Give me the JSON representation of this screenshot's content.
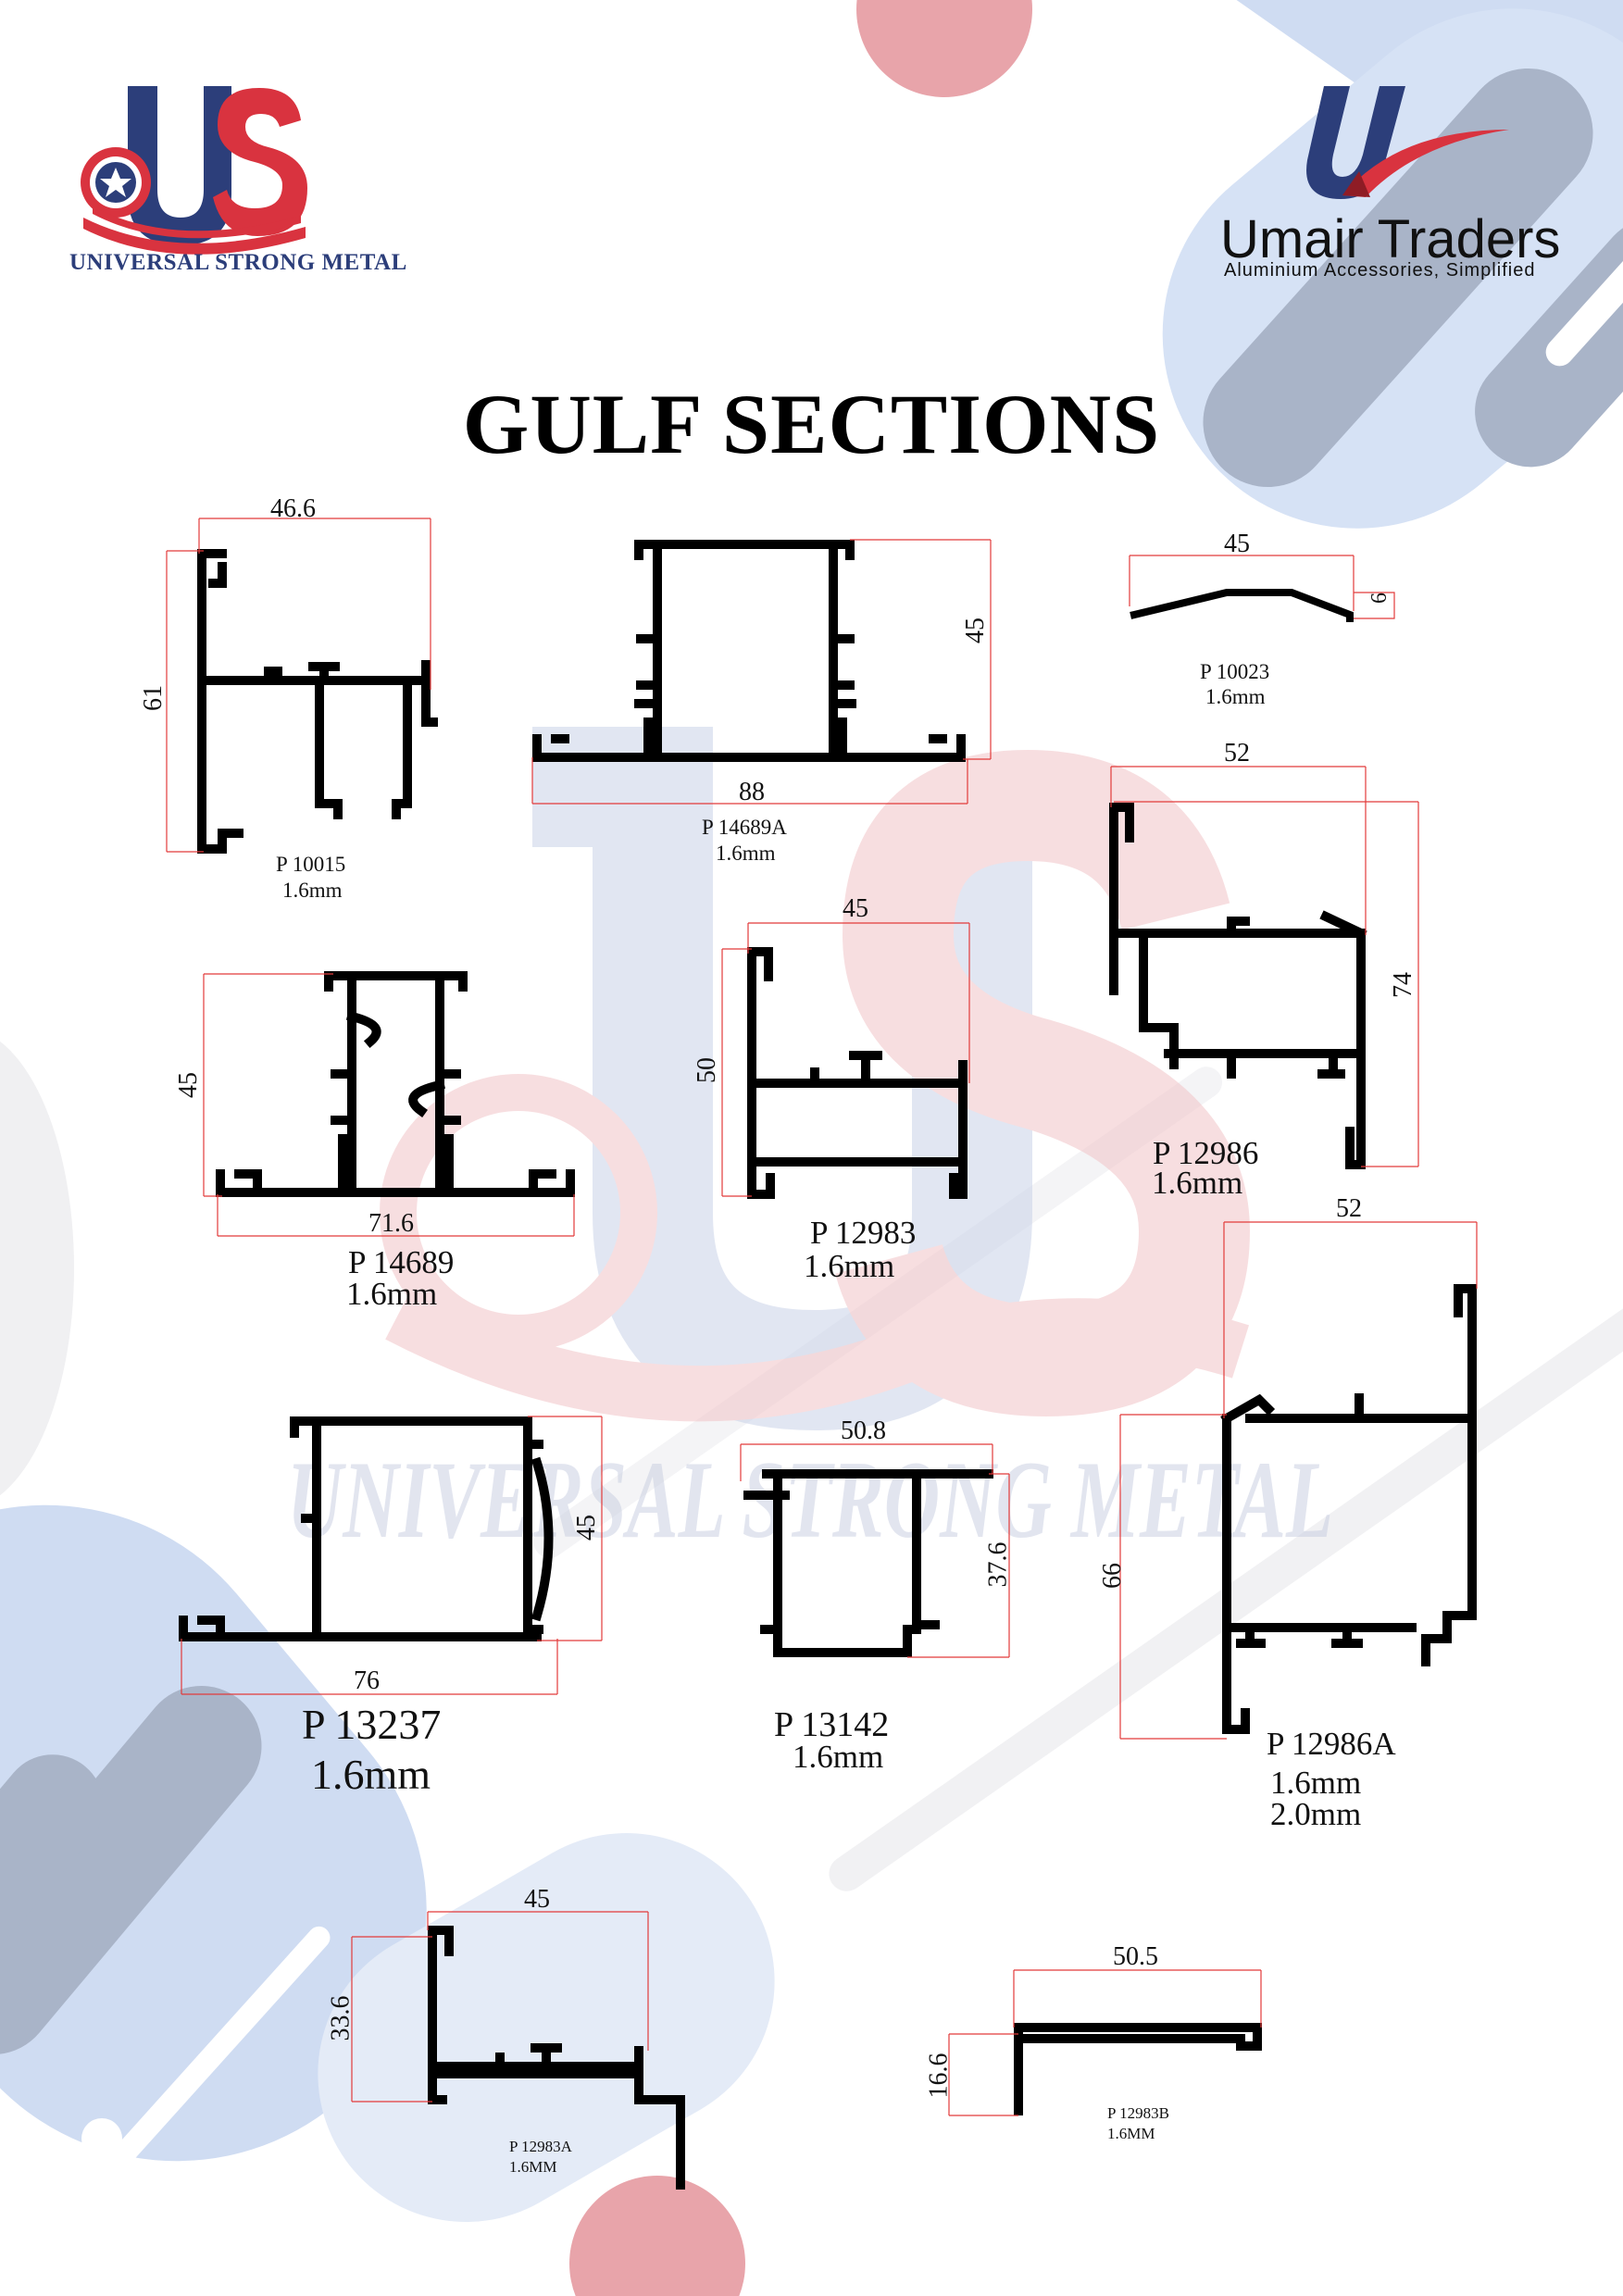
{
  "brand_left": {
    "text": "US",
    "tagline": "UNIVERSAL STRONG METAL"
  },
  "brand_right": {
    "name": "Umair Traders",
    "slogan": "Aluminium Accessories, Simplified"
  },
  "title": "GULF SECTIONS",
  "watermark": "UNIVERSAL STRONG METAL",
  "colors": {
    "navy": "#2c3e7a",
    "red": "#d9333f",
    "dim_line": "#e23b3b",
    "profile": "#000000"
  },
  "sections": [
    {
      "code": "P 10015",
      "thickness": [
        "1.6mm"
      ],
      "dims": [
        "46.6",
        "61"
      ]
    },
    {
      "code": "P 14689A",
      "thickness": [
        "1.6mm"
      ],
      "dims": [
        "88",
        "45"
      ]
    },
    {
      "code": "P 10023",
      "thickness": [
        "1.6mm"
      ],
      "dims": [
        "45",
        "6"
      ]
    },
    {
      "code": "P 14689",
      "thickness": [
        "1.6mm"
      ],
      "dims": [
        "71.6",
        "45"
      ]
    },
    {
      "code": "P 12983",
      "thickness": [
        "1.6mm"
      ],
      "dims": [
        "45",
        "50"
      ]
    },
    {
      "code": "P 12986",
      "thickness": [
        "1.6mm"
      ],
      "dims": [
        "52",
        "74"
      ]
    },
    {
      "code": "P 13237",
      "thickness": [
        "1.6mm"
      ],
      "dims": [
        "76",
        "45"
      ]
    },
    {
      "code": "P 13142",
      "thickness": [
        "1.6mm"
      ],
      "dims": [
        "50.8",
        "37.6"
      ]
    },
    {
      "code": "P 12986A",
      "thickness": [
        "1.6mm",
        "2.0mm"
      ],
      "dims": [
        "52",
        "66"
      ]
    },
    {
      "code": "P 12983A",
      "thickness": [
        "1.6MM"
      ],
      "dims": [
        "45",
        "33.6"
      ]
    },
    {
      "code": "P 12983B",
      "thickness": [
        "1.6MM"
      ],
      "dims": [
        "50.5",
        "16.6"
      ]
    }
  ]
}
